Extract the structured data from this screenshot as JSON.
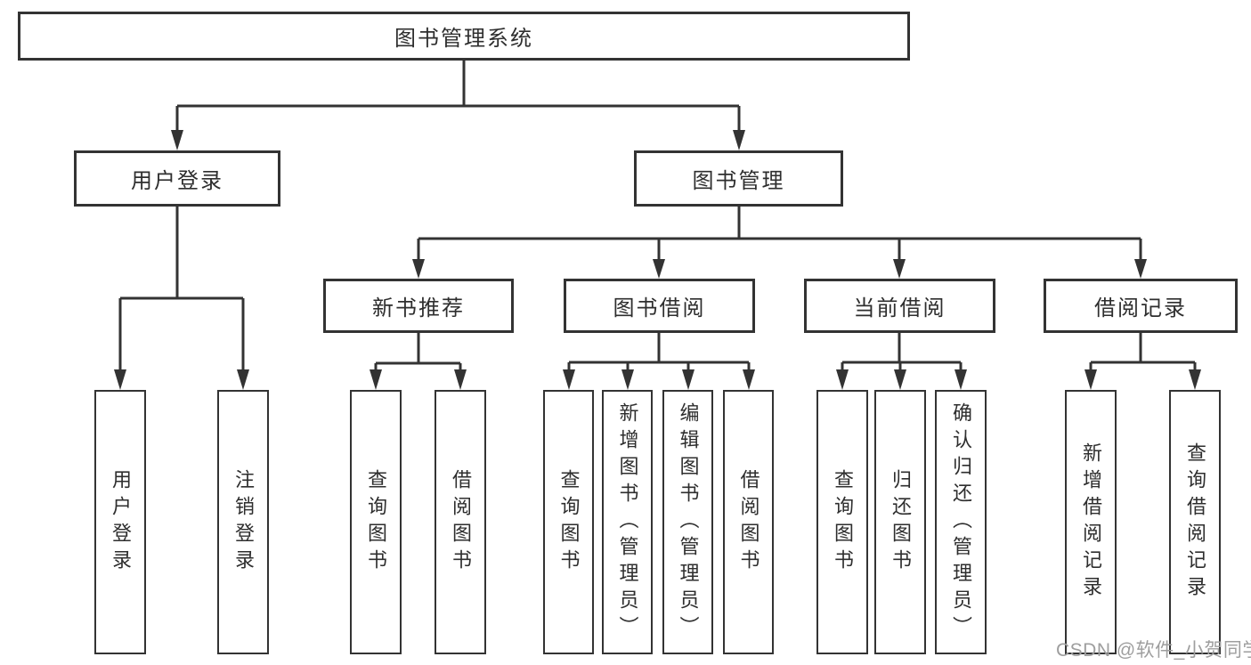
{
  "diagram": {
    "type": "tree",
    "orientation": "top-down",
    "colors": {
      "background": "#ffffff",
      "line": "#333333",
      "box_border": "#333333",
      "text": "#2e2e2e",
      "watermark": "#9e9e9e"
    },
    "tree": {
      "label": "图书管理系统",
      "children": [
        {
          "label": "用户登录",
          "children": [
            {
              "label": "用户登录"
            },
            {
              "label": "注销登录"
            }
          ]
        },
        {
          "label": "图书管理",
          "children": [
            {
              "label": "新书推荐",
              "children": [
                {
                  "label": "查询图书"
                },
                {
                  "label": "借阅图书"
                }
              ]
            },
            {
              "label": "图书借阅",
              "children": [
                {
                  "label": "查询图书"
                },
                {
                  "label": "新增图书（管理员）"
                },
                {
                  "label": "编辑图书（管理员）"
                },
                {
                  "label": "借阅图书"
                }
              ]
            },
            {
              "label": "当前借阅",
              "children": [
                {
                  "label": "查询图书"
                },
                {
                  "label": "归还图书"
                },
                {
                  "label": "确认归还（管理员）"
                }
              ]
            },
            {
              "label": "借阅记录",
              "children": [
                {
                  "label": "新增借阅记录"
                },
                {
                  "label": "查询借阅记录"
                }
              ]
            }
          ]
        }
      ]
    },
    "watermark": {
      "text": "CSDN @软件_小贺同学"
    }
  }
}
